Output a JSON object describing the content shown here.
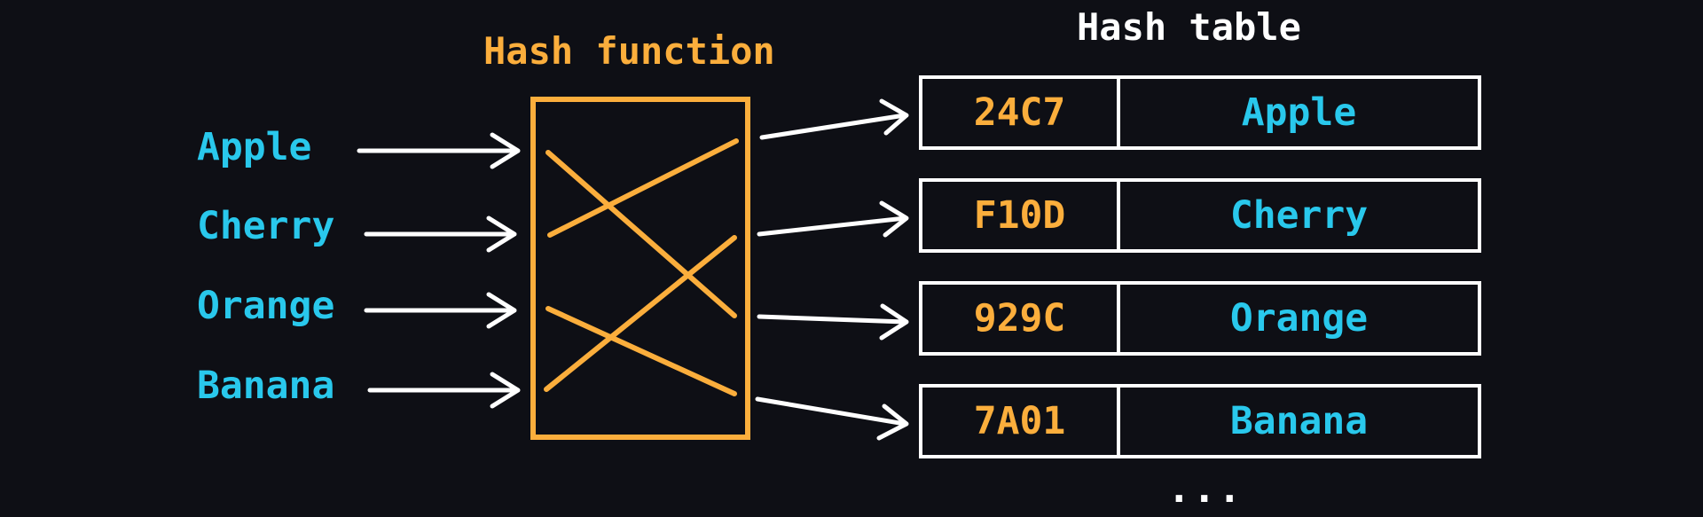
{
  "hash_function": {
    "title": "Hash function",
    "border_color": "#fbae3c"
  },
  "hash_table": {
    "title": "Hash table",
    "rows": [
      {
        "hash": "24C7",
        "value": "Apple"
      },
      {
        "hash": "F10D",
        "value": "Cherry"
      },
      {
        "hash": "929C",
        "value": "Orange"
      },
      {
        "hash": "7A01",
        "value": "Banana"
      }
    ],
    "ellipsis": "..."
  },
  "inputs": [
    "Apple",
    "Cherry",
    "Orange",
    "Banana"
  ],
  "colors": {
    "background": "#0e0f15",
    "key_text": "#29c8ec",
    "hash_text": "#fbae3c",
    "lines": "#ffffff"
  }
}
